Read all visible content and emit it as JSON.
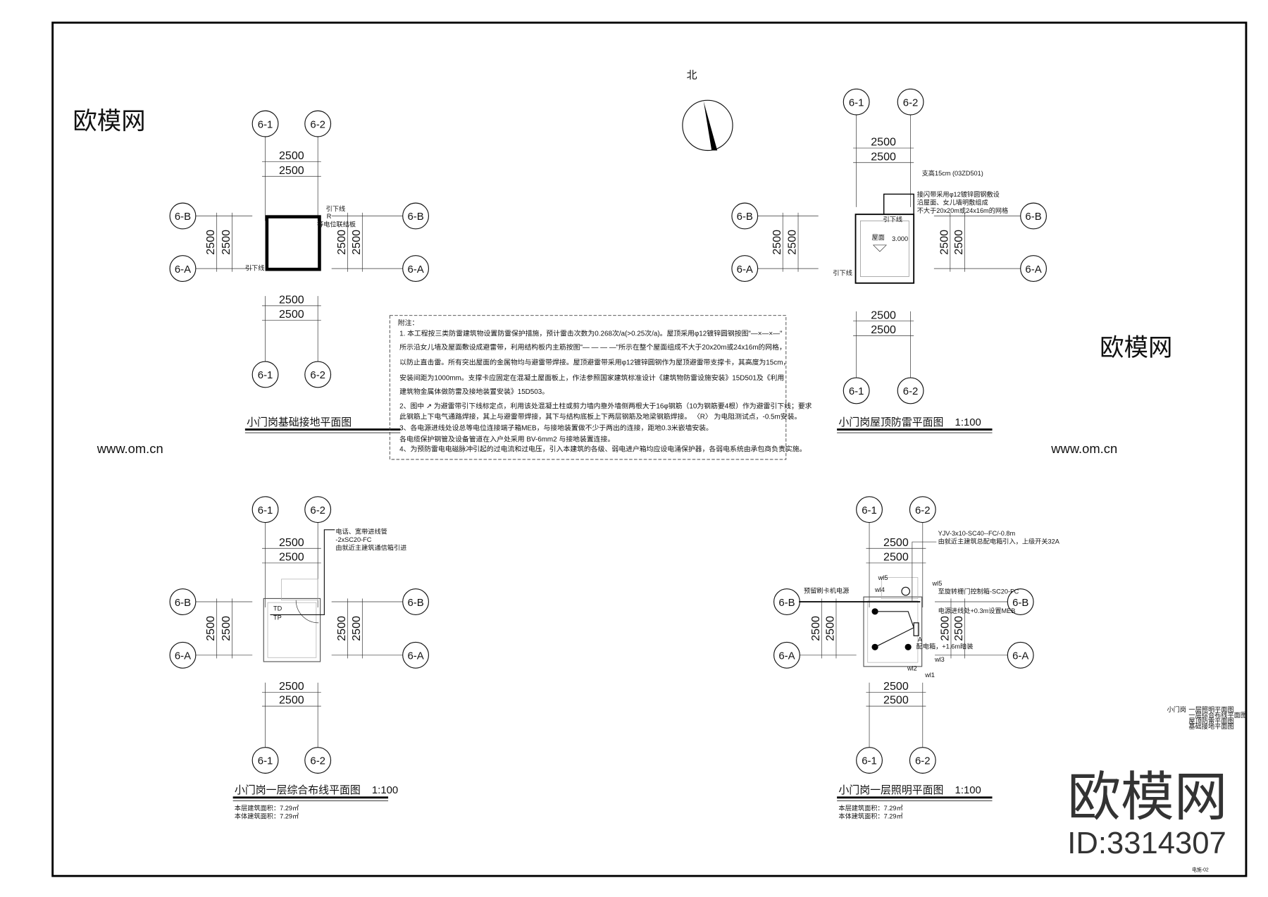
{
  "north_label": "北",
  "notes": {
    "heading": "附注：",
    "lines": [
      "1. 本工程按三类防雷建筑物设置防雷保护措施，预计雷击次数为0.268次/a(>0.25次/a)。屋顶采用φ12镀锌圆钢按图\"—×—×—\"",
      "所示沿女儿墙及屋面敷设成避雷带，利用结构板内主筋按图\"— — — —\"所示在整个屋面组成不大于20x20m或24x16m的网格，",
      "以防止直击雷。所有突出屋面的金属物均与避雷带焊接。屋顶避雷带采用φ12镀锌圆钢作为屋顶避雷带支撑卡，其高度为15cm，",
      "安装间距为1000mm。支撑卡应固定在混凝土屋面板上，作法参照国家建筑标准设计《建筑物防雷设施安装》15D501及《利用",
      "建筑物金属体做防雷及接地装置安装》15D503。",
      "2、图中  ↗  为避雷带引下线标定点，利用该处混凝土柱或剪力墙内靠外墙侧两根大于16φ钢筋（10为钢筋要4根）作为避雷引下线；要求",
      "此钢筋上下电气通路焊接，其上与避雷带焊接，其下与结构底板上下两层钢筋及地梁钢筋焊接。 〈R〉 为电阻测试点，-0.5m安装。",
      "3、各电源进线处设总等电位连接端子箱MEB，与接地装置做不少于两出的连接，距地0.3米嵌墙安装。",
      "    各电缆保护钢管及设备管道在入户处采用 BV-6mm2 与接地装置连接。",
      "4、为预防雷电电磁脉冲引起的过电流和过电压，引入本建筑的各级、弱电进户箱均应设电涌保护器，各弱电系统由承包商负责实施。"
    ]
  },
  "plans": [
    {
      "title": "小门岗基础接地平面图",
      "scale": "",
      "grid": {
        "col1": "6-1",
        "col2": "6-2",
        "rowB": "6-B",
        "rowA": "6-A"
      },
      "dims": [
        "2500",
        "2500"
      ],
      "annotations": [
        "引下线",
        "等电位联结板",
        "引下线",
        "R"
      ],
      "areas": []
    },
    {
      "title": "小门岗屋顶防雷平面图",
      "scale": "1:100",
      "grid": {
        "col1": "6-1",
        "col2": "6-2",
        "rowB": "6-B",
        "rowA": "6-A"
      },
      "dims": [
        "2500",
        "2500"
      ],
      "annotations": [
        "支高15cm (03ZD501)",
        "接闪带采用φ12镀锌圆钢敷设",
        "沿屋面、女儿墙明敷组成",
        "不大于20x20m或24x16m的网格",
        "引下线",
        "引下线",
        "屋面",
        "3.000"
      ],
      "areas": []
    },
    {
      "title": "小门岗一层综合布线平面图",
      "scale": "1:100",
      "grid": {
        "col1": "6-1",
        "col2": "6-2",
        "rowB": "6-B",
        "rowA": "6-A"
      },
      "dims": [
        "2500",
        "2500"
      ],
      "annotations": [
        "电话、宽带进线管",
        "-2xSC20-FC",
        "由就近主建筑通信箱引进",
        "TD",
        "TP"
      ],
      "areas": [
        "本层建筑面积：7.29㎡",
        "本体建筑面积：7.29㎡"
      ]
    },
    {
      "title": "小门岗一层照明平面图",
      "scale": "1:100",
      "grid": {
        "col1": "6-1",
        "col2": "6-2",
        "rowB": "6-B",
        "rowA": "6-A"
      },
      "dims": [
        "2500",
        "2500"
      ],
      "annotations": [
        "YJV-3x10-SC40--FC/-0.8m",
        "由就近主建筑总配电箱引入，上级开关32A",
        "预留刷卡机电源",
        "wl5",
        "wl4",
        "wl5",
        "至旋转栅门控制箱-SC20-FC",
        "电源进线处+0.3m设置MEB",
        "A",
        "配电箱，+1.6m暗装",
        "wl3",
        "wl2",
        "wl1"
      ],
      "areas": [
        "本层建筑面积：7.29㎡",
        "本体建筑面积：7.29㎡"
      ]
    }
  ],
  "legend": {
    "name": "小门岗",
    "items": [
      "一层照明平面图",
      "一层综合布线平面图",
      "屋顶防雷平面图",
      "基础接地平面图"
    ]
  },
  "sheet_no": "电施-02",
  "watermark": {
    "brand": "欧模网",
    "id": "ID:3314307",
    "url": "www.om.cn"
  }
}
